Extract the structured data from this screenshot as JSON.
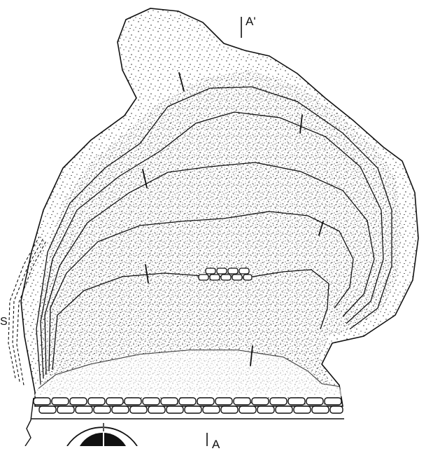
{
  "labels": {
    "section_top": "A'",
    "side_mark": "S",
    "section_bottom": "A"
  },
  "colors": {
    "ink": "#111111",
    "paper": "#ffffff"
  }
}
